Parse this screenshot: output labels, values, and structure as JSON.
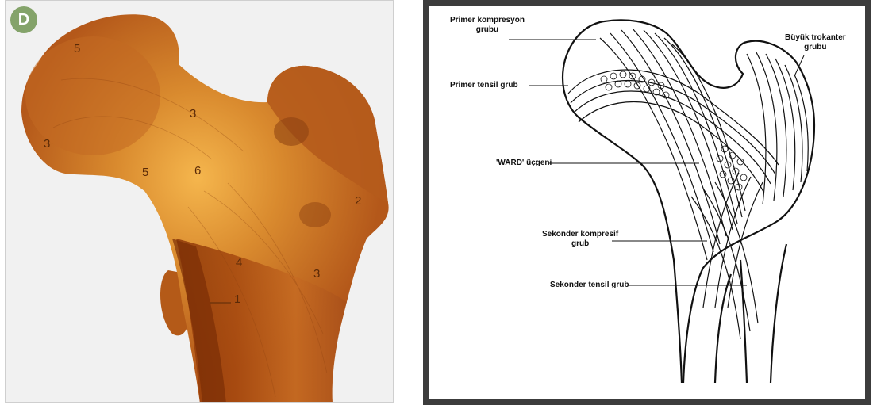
{
  "photo": {
    "badge": "D",
    "numbers": [
      "5",
      "3",
      "3",
      "5",
      "6",
      "2",
      "4",
      "3",
      "1"
    ]
  },
  "diagram": {
    "labels": {
      "primary_compression_1": "Primer kompresyon",
      "primary_compression_2": "grubu",
      "greater_trochanter_1": "Büyük trokanter",
      "greater_trochanter_2": "grubu",
      "primary_tensile": "Primer tensil grub",
      "ward": "'WARD' üçgeni",
      "secondary_compressive_1": "Sekonder kompresif",
      "secondary_compressive_2": "grub",
      "secondary_tensile": "Sekonder tensil grub"
    }
  },
  "colors": {
    "bone_dark": "#a2490f",
    "bone_mid": "#c96f22",
    "bone_light": "#f3b24c",
    "badge": "#84a36a",
    "frame": "#3c3c3c"
  }
}
